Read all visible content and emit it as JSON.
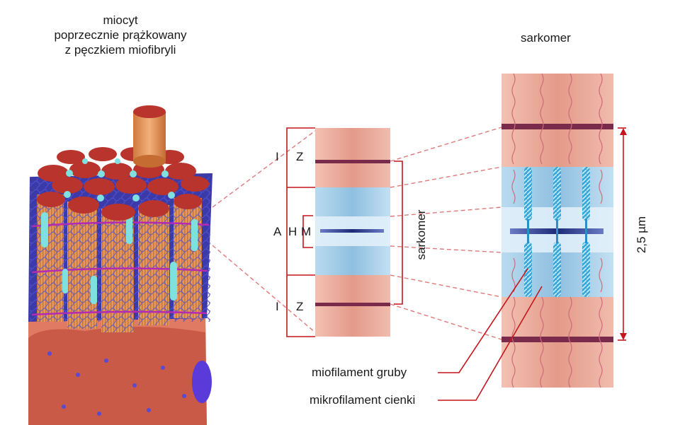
{
  "left_title": {
    "line1": "miocyt",
    "line2": "poprzecznie prążkowany",
    "line3": "z pęczkiem miofibryli"
  },
  "right_title": "sarkomer",
  "middle_labels": {
    "I_top": "I",
    "Z_top": "Z",
    "A": "A",
    "H": "H",
    "M": "M",
    "I_bottom": "I",
    "Z_bottom": "Z",
    "sarkomer_vertical": "sarkomer"
  },
  "length_label": "2,5 µm",
  "legend": {
    "thick": "miofilament gruby",
    "thin": "mikrofilament cienki"
  },
  "colors": {
    "muscle_pink": "#e8a594",
    "z_line": "#7a2a4a",
    "a_band_blue": "#a9cfe8",
    "h_zone": "#dcecf7",
    "m_line": "#2a3e8a",
    "bracket_red": "#c4161c",
    "dash_red": "#e07a7a",
    "myosin_blue": "#3aa7d8",
    "fiber_orange": "#e6965a",
    "fiber_red": "#b8342c",
    "net_blue": "#5a5ad6",
    "cyan_tubule": "#7fe0e0"
  }
}
